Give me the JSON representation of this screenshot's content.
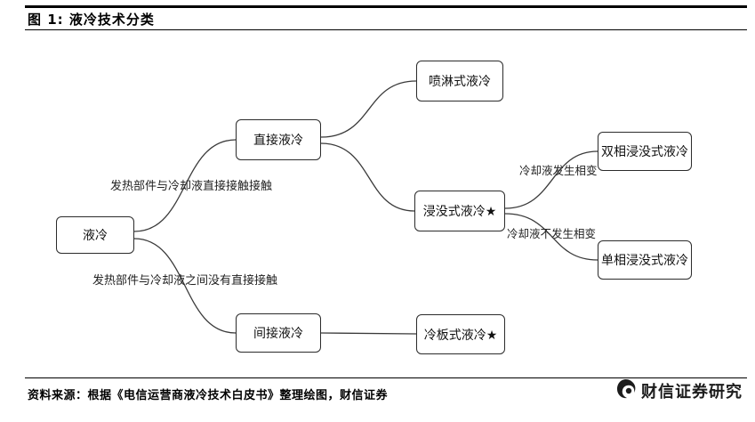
{
  "figure": {
    "title": "图 1: 液冷技术分类",
    "source": "资料来源：根据《电信运营商液冷技术白皮书》整理绘图，财信证券",
    "watermark": "财信证券研究"
  },
  "nodes": {
    "root": "液冷",
    "direct": "直接液冷",
    "indirect": "间接液冷",
    "spray": "喷淋式液冷",
    "immersion": "浸没式液冷★",
    "cold_plate": "冷板式液冷★",
    "two_phase": "双相浸没式液冷",
    "single_phase": "单相浸没式液冷"
  },
  "edge_labels": {
    "direct_contact": "发热部件与冷却液直接接触接触",
    "no_direct_contact": "发热部件与冷却液之间没有直接接触",
    "phase_change": "冷却液发生相变",
    "no_phase_change": "冷却液不发生相变"
  },
  "colors": {
    "line": "#3a3a3a",
    "border": "#2b2b2b",
    "text": "#111111"
  }
}
